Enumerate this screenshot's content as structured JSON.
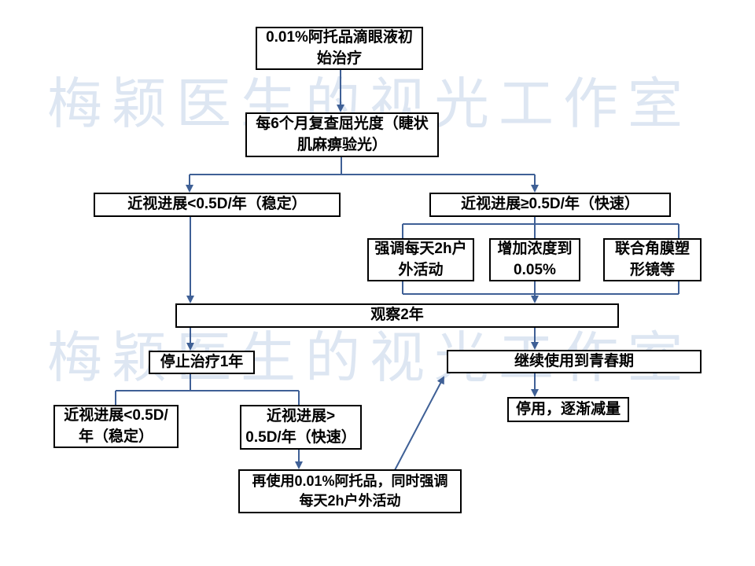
{
  "watermark": {
    "text": "梅颖医生的视光工作室",
    "color": "#dde6f2"
  },
  "colors": {
    "connector": "#3f6096",
    "box_border": "#000000",
    "box_fill": "#ffffff",
    "text": "#000000",
    "background": "#ffffff"
  },
  "nodes": {
    "initial": {
      "label": "0.01%阿托品滴眼液初\n始治疗"
    },
    "review": {
      "label": "每6个月复查屈光度（睫状\n肌麻痹验光）"
    },
    "stable": {
      "label": "近视进展<0.5D/年（稳定）"
    },
    "fast": {
      "label": "近视进展≥0.5D/年（快速）"
    },
    "outdoor": {
      "label": "强调每天2h户\n外活动"
    },
    "conc": {
      "label": "增加浓度到\n0.05%"
    },
    "ortho": {
      "label": "联合角膜塑\n形镜等"
    },
    "observe": {
      "label": "观察2年"
    },
    "stop": {
      "label": "停止治疗1年"
    },
    "continue": {
      "label": "继续使用到青春期"
    },
    "taper": {
      "label": "停用，逐渐减量"
    },
    "stable2": {
      "label": "近视进展<0.5D/\n年（稳定）"
    },
    "fast2": {
      "label": "近视进展>\n0.5D/年（快速）"
    },
    "retreat": {
      "label": "再使用0.01%阿托品，同时强调\n每天2h户外活动"
    }
  },
  "edges": [
    {
      "from": "initial",
      "to": "review",
      "arrow": true
    },
    {
      "from": "review",
      "to": "stable",
      "arrow": true
    },
    {
      "from": "review",
      "to": "fast",
      "arrow": true
    },
    {
      "from": "stable",
      "to": "observe",
      "arrow": true
    },
    {
      "from": "fast",
      "to": "outdoor",
      "arrow": false
    },
    {
      "from": "fast",
      "to": "conc",
      "arrow": false
    },
    {
      "from": "fast",
      "to": "ortho",
      "arrow": false
    },
    {
      "from": "outdoor",
      "to": "observe",
      "arrow": true
    },
    {
      "from": "conc",
      "to": "observe",
      "arrow": true
    },
    {
      "from": "ortho",
      "to": "observe",
      "arrow": true
    },
    {
      "from": "observe",
      "to": "stop",
      "arrow": true
    },
    {
      "from": "observe",
      "to": "continue",
      "arrow": true
    },
    {
      "from": "continue",
      "to": "taper",
      "arrow": true
    },
    {
      "from": "stop",
      "to": "stable2",
      "arrow": false
    },
    {
      "from": "stop",
      "to": "fast2",
      "arrow": false
    },
    {
      "from": "fast2",
      "to": "retreat",
      "arrow": true
    },
    {
      "from": "retreat",
      "to": "continue",
      "arrow": true
    }
  ]
}
